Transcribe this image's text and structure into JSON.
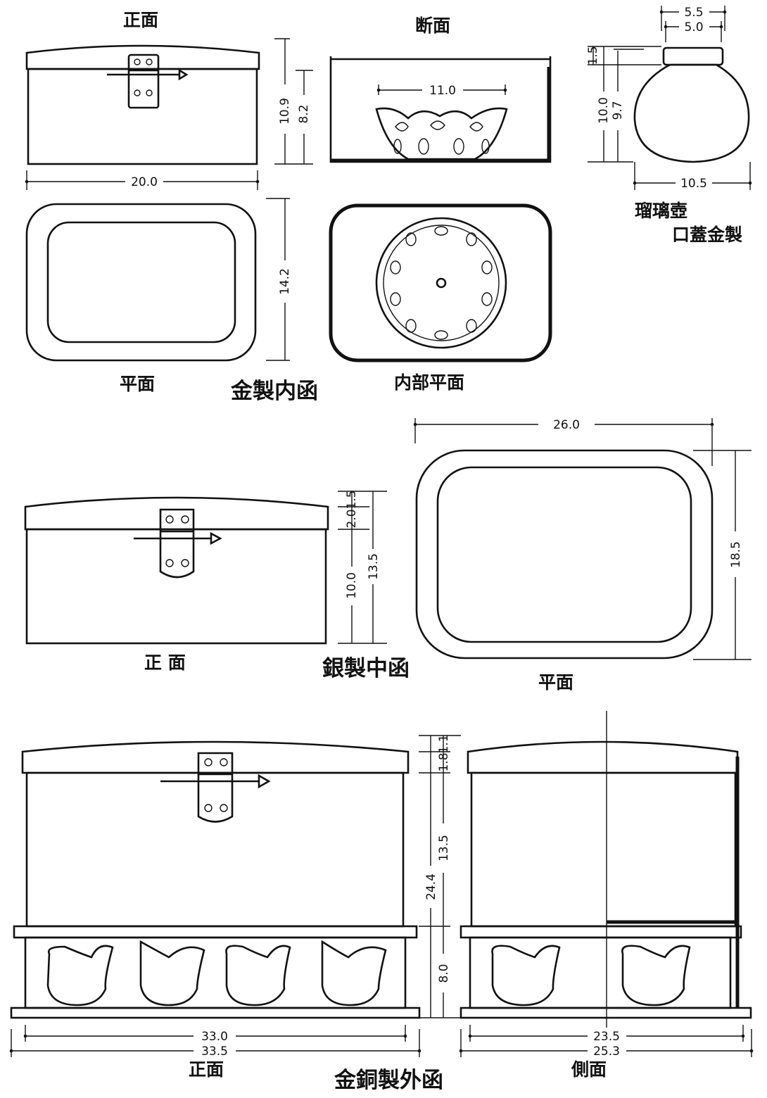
{
  "inner_box": {
    "title": "金製内函",
    "front_label": "正面",
    "section_label": "断面",
    "plan_label": "平面",
    "inner_plan_label": "内部平面",
    "dim_width": "20.0",
    "dim_height": "10.9",
    "dim_body": "8.2",
    "dim_depth": "14.2",
    "dim_cup": "11.0"
  },
  "glass_jar": {
    "title": "瑠璃壺",
    "note": "口蓋金製",
    "dim_top_outer": "5.5",
    "dim_top_inner": "5.0",
    "dim_neck": "1.5",
    "dim_height": "10.0",
    "dim_body": "9.7",
    "dim_width": "10.5"
  },
  "middle_box": {
    "title": "銀製中函",
    "front_label": "正 面",
    "plan_label": "平面",
    "dim_lid": "1.5",
    "dim_rim": "2.0",
    "dim_body": "10.0",
    "dim_total": "13.5",
    "dim_width": "26.0",
    "dim_depth": "18.5"
  },
  "outer_box": {
    "title": "金銅製外函",
    "front_label": "正面",
    "side_label": "側面",
    "dim_lid_a": "1.1",
    "dim_lid_b": "1.8",
    "dim_body": "13.5",
    "dim_total": "24.4",
    "dim_base": "8.0",
    "dim_front_inner": "33.0",
    "dim_front_outer": "33.5",
    "dim_side_inner": "23.5",
    "dim_side_outer": "25.3"
  }
}
